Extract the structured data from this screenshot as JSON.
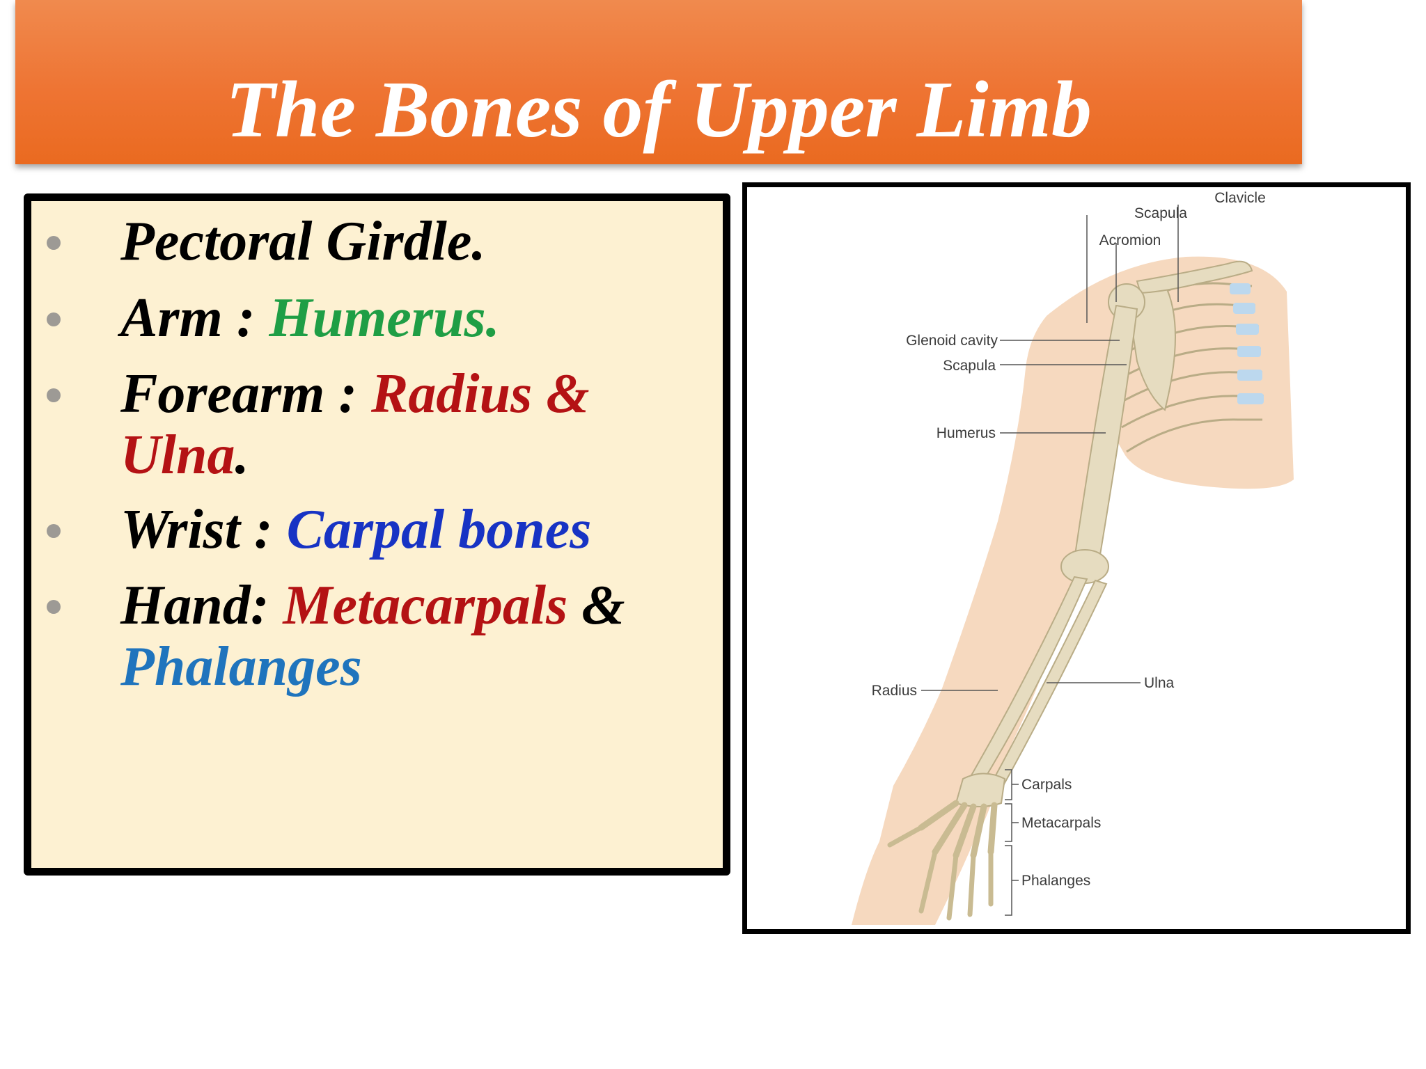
{
  "slide": {
    "title": "The Bones of Upper Limb"
  },
  "bullets": [
    {
      "parts": [
        {
          "text": "Pectoral Girdle.",
          "color": "#000000"
        }
      ]
    },
    {
      "parts": [
        {
          "text": "Arm : ",
          "color": "#000000"
        },
        {
          "text": "Humerus.",
          "color": "#1f9e45"
        }
      ]
    },
    {
      "parts": [
        {
          "text": "Forearm : ",
          "color": "#000000"
        },
        {
          "text": "Radius &",
          "color": "#b41214"
        }
      ],
      "line2": [
        {
          "text": "Ulna",
          "color": "#b41214"
        },
        {
          "text": ".",
          "color": "#000000"
        }
      ]
    },
    {
      "parts": [
        {
          "text": "Wrist : ",
          "color": "#000000"
        },
        {
          "text": "Carpal bones",
          "color": "#1733c4"
        }
      ]
    },
    {
      "parts": [
        {
          "text": "Hand: ",
          "color": "#000000"
        },
        {
          "text": "Metacarpals",
          "color": "#b41214"
        },
        {
          "text": " &",
          "color": "#000000"
        }
      ],
      "line2": [
        {
          "text": "Phalanges",
          "color": "#1f74bd"
        }
      ]
    }
  ],
  "figure": {
    "labels": {
      "clavicle": "Clavicle",
      "scapula_top": "Scapula",
      "acromion": "Acromion",
      "glenoid": "Glenoid cavity",
      "scapula": "Scapula",
      "humerus": "Humerus",
      "ulna": "Ulna",
      "radius": "Radius",
      "carpals": "Carpals",
      "metacarpals": "Metacarpals",
      "phalanges": "Phalanges"
    },
    "colors": {
      "skin": "#f6d9bf",
      "bone": "#e6dcc0",
      "bone_outline": "#b9ac86",
      "cartilage": "#bcd8ee"
    }
  }
}
